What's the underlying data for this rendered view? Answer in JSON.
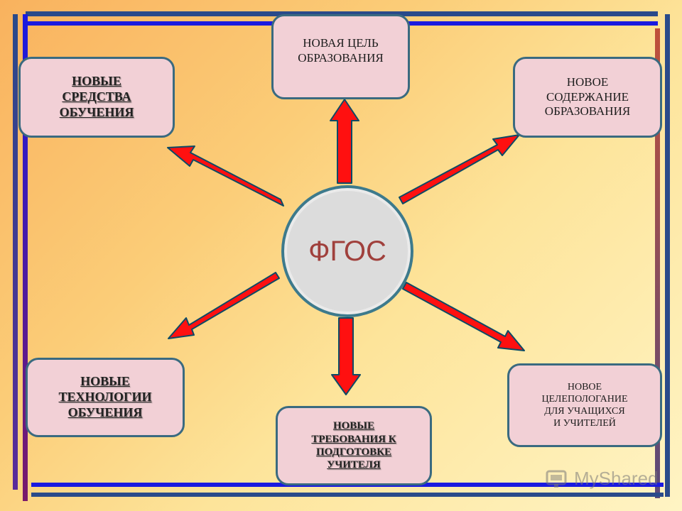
{
  "hub": {
    "label": "ФГОС"
  },
  "nodes": {
    "goal": "НОВАЯ ЦЕЛЬ\nОБРАЗОВАНИЯ",
    "means": "НОВЫЕ\nСРЕДСТВА\nОБУЧЕНИЯ",
    "content": "НОВОЕ\nСОДЕРЖАНИЕ\nОБРАЗОВАНИЯ",
    "technologies": "НОВЫЕ\nТЕХНОЛОГИИ\nОБУЧЕНИЯ",
    "requirements": "НОВЫЕ\nТРЕБОВАНИЯ К\nПОДГОТОВКЕ\nУЧИТЕЛЯ",
    "goalsetting": "НОВОЕ\nЦЕЛЕПОЛОГАНИЕ\nДЛЯ УЧАЩИХСЯ\nИ УЧИТЕЛЕЙ"
  },
  "watermark": "MyShared",
  "colors": {
    "arrow_fill": "#ff1010",
    "arrow_stroke": "#0c4a66",
    "node_fill": "#f2d0d6",
    "node_border": "#3a6a80",
    "hub_text": "#a0403c"
  }
}
